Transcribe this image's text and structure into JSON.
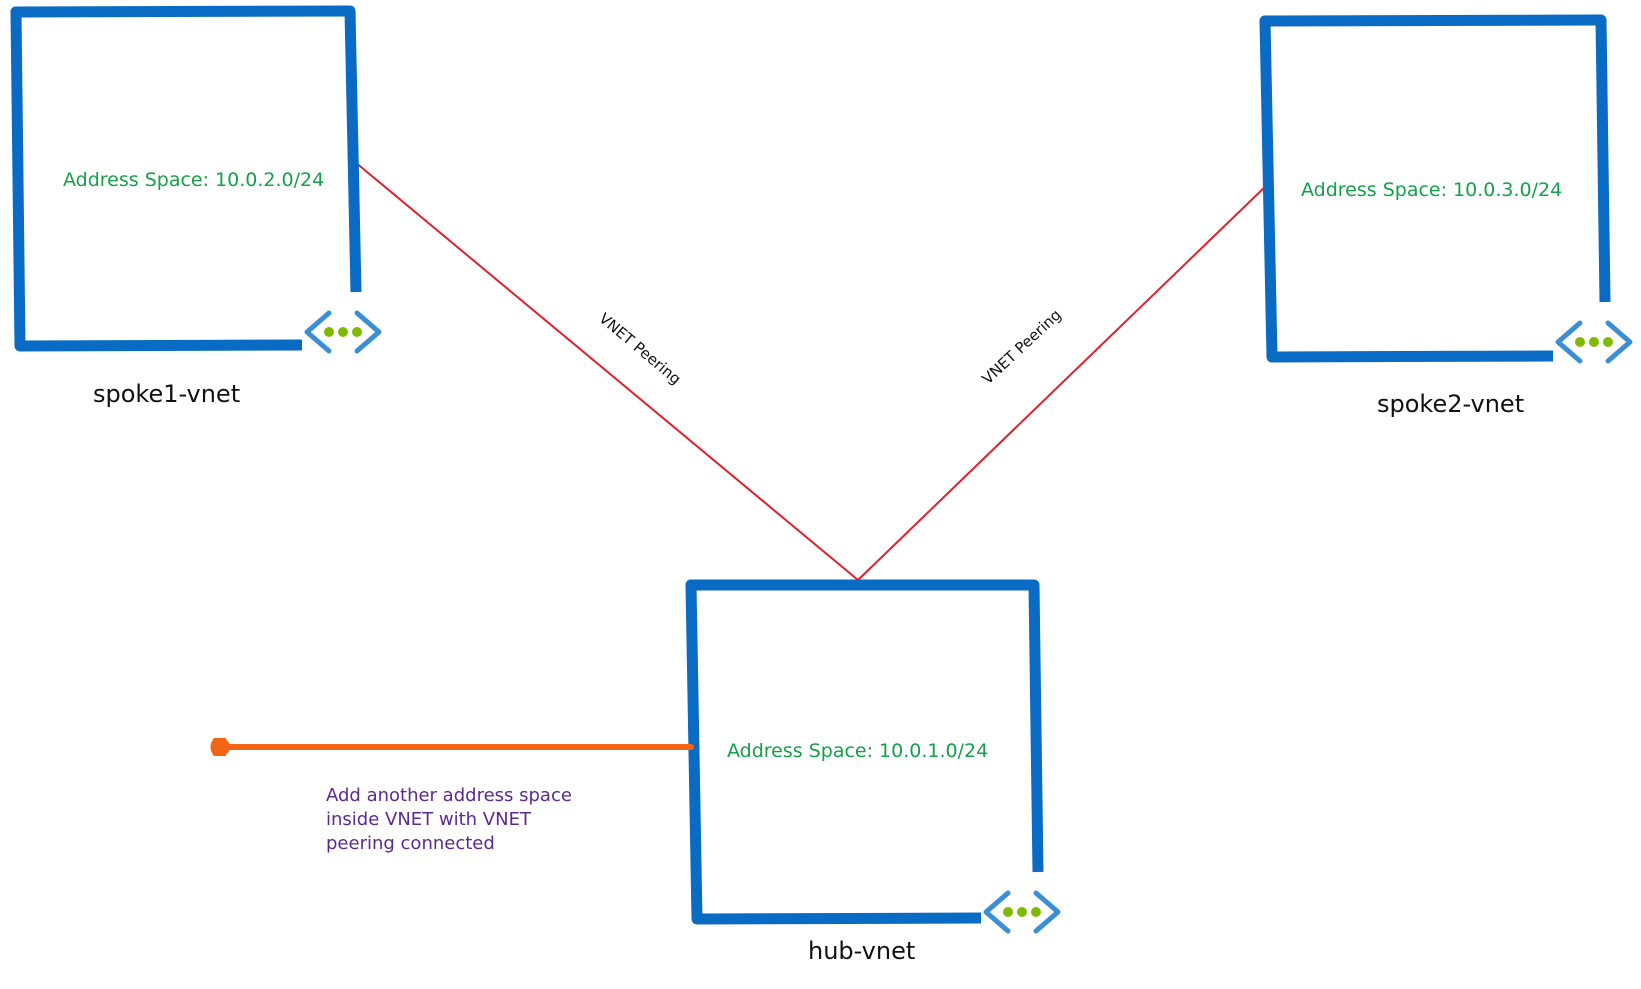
{
  "colors": {
    "vnet_border": "#0a6bc4",
    "vnet_icon_bracket": "#3a8fd4",
    "vnet_icon_dots": "#7fba00",
    "address_text": "#15a04a",
    "peering_line": "#e0202a",
    "annotation_arrow": "#f26515",
    "annotation_text": "#5b2a90",
    "label_text": "#111111"
  },
  "vnets": {
    "spoke1": {
      "name": "spoke1-vnet",
      "address_space": "Address Space: 10.0.2.0/24",
      "icon": "virtual-network-icon"
    },
    "spoke2": {
      "name": "spoke2-vnet",
      "address_space": "Address Space: 10.0.3.0/24",
      "icon": "virtual-network-icon"
    },
    "hub": {
      "name": "hub-vnet",
      "address_space": "Address Space: 10.0.1.0/24",
      "icon": "virtual-network-icon"
    }
  },
  "peerings": {
    "left": {
      "label": "VNET Peering"
    },
    "right": {
      "label": "VNET Peering"
    }
  },
  "annotation": {
    "lines": [
      "Add another address space",
      "inside VNET with VNET",
      "peering connected"
    ]
  }
}
